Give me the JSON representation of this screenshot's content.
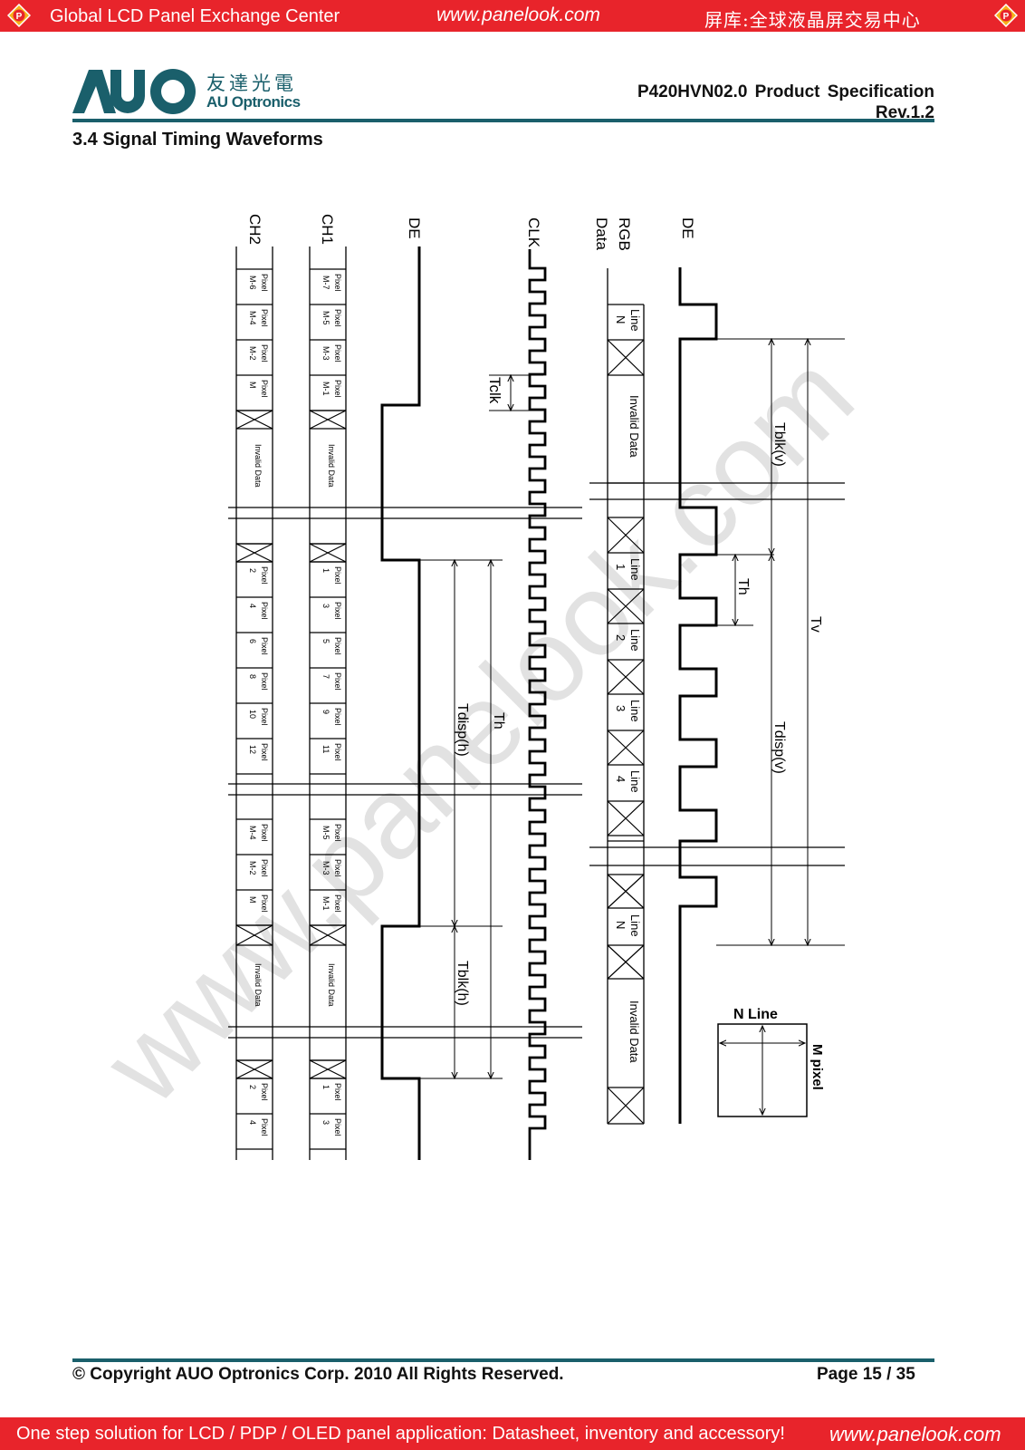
{
  "top_banner": {
    "left": "Global LCD Panel Exchange Center",
    "middle": "www.panelook.com",
    "right": "屏库:全球液晶屏交易中心"
  },
  "header": {
    "brand_cn": "友達光電",
    "brand_en": "AU Optronics",
    "doc_title": "P420HVN02.0  Product  Specification",
    "revision": "Rev.1.2"
  },
  "section": {
    "title": "3.4  Signal Timing Waveforms"
  },
  "diagram": {
    "signals": {
      "ch2": "CH2",
      "ch1": "CH1",
      "de_h": "DE",
      "clk": "CLK",
      "rgb": "RGB",
      "data": "Data",
      "de_v": "DE"
    },
    "ch1_cells": {
      "s1": [
        "Pixel",
        "M-7",
        "Pixel",
        "M-5",
        "Pixel",
        "M-3",
        "Pixel",
        "M-1"
      ],
      "invalid": "Invalid Data",
      "s2": [
        "Pixel",
        "1",
        "Pixel",
        "3",
        "Pixel",
        "5",
        "Pixel",
        "7",
        "Pixel",
        "9",
        "Pixel",
        "11"
      ],
      "s3": [
        "Pixel",
        "M-5",
        "Pixel",
        "M-3",
        "Pixel",
        "M-1"
      ],
      "invalid2": "Invalid Data",
      "s4": [
        "Pixel",
        "1",
        "Pixel",
        "3"
      ]
    },
    "ch2_cells": {
      "s1": [
        "Pixel",
        "M-6",
        "Pixel",
        "M-4",
        "Pixel",
        "M-2",
        "Pixel",
        "M"
      ],
      "invalid": "Invalid Data",
      "s2": [
        "Pixel",
        "2",
        "Pixel",
        "4",
        "Pixel",
        "6",
        "Pixel",
        "8",
        "Pixel",
        "10",
        "Pixel",
        "12"
      ],
      "s3": [
        "Pixel",
        "M-4",
        "Pixel",
        "M-2",
        "Pixel",
        "M"
      ],
      "invalid2": "Invalid Data",
      "s4": [
        "Pixel",
        "2",
        "Pixel",
        "4"
      ]
    },
    "rgb_cells": {
      "line_n_top": [
        "Line",
        "N"
      ],
      "invalid_top": "Invalid Data",
      "line1": [
        "Line",
        "1"
      ],
      "line2": [
        "Line",
        "2"
      ],
      "line3": [
        "Line",
        "3"
      ],
      "line4": [
        "Line",
        "4"
      ],
      "line_n_bottom": [
        "Line",
        "N"
      ],
      "invalid_bottom": "Invalid Data"
    },
    "timing_labels": {
      "tclk": "Tclk",
      "tdisp_h": "Tdisp(h)",
      "th_h": "Th",
      "tblk_h": "Tblk(h)",
      "tblk_v": "Tblk(v)",
      "th_v": "Th",
      "tdisp_v": "Tdisp(v)",
      "tv": "Tv"
    },
    "frame_box": {
      "n_line": "N Line",
      "m_pixel": "M pixel"
    }
  },
  "watermark": "www.panelook.com",
  "footer": {
    "copyright": "© Copyright AUO Optronics Corp. 2010 All Rights Reserved.",
    "page": "Page 15 / 35"
  },
  "bottom_banner": {
    "left": "One step solution for LCD / PDP / OLED panel application: Datasheet, inventory and accessory!",
    "right": "www.panelook.com"
  },
  "colors": {
    "banner_red": "#e8242b",
    "brand_teal": "#1a5f6b",
    "watermark_gray": "#e2e2e2"
  }
}
